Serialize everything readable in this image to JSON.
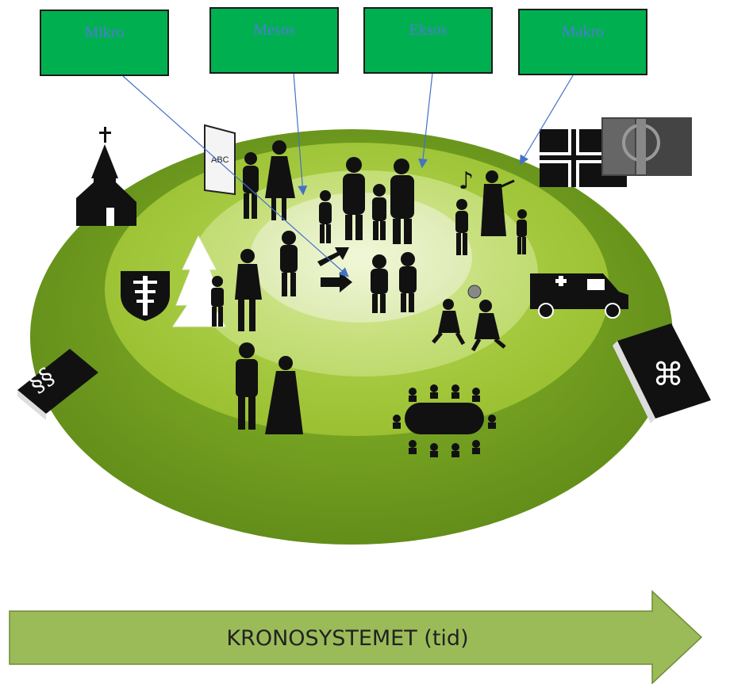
{
  "labels": {
    "mikro": "Mikro",
    "mesos": "Mesos",
    "eksos": "Eksos",
    "makro": "Makro"
  },
  "school_board_text": "ABC",
  "law_book_text": "§§",
  "other_book_text": "⌘",
  "time_arrow": {
    "text": "KRONOSYSTEMET (tid)"
  },
  "colors": {
    "box_fill": "#00b050",
    "box_text": "#4f7bd8",
    "outer_ring": "#6e9a1f",
    "second_ring": "#9fc131",
    "third_ring": "#c6df7c",
    "inner_core": "#e2efb8",
    "arrow_lines": "#4472c4",
    "time_arrow_fill": "#9bbb59",
    "silhouette": "#111111"
  }
}
